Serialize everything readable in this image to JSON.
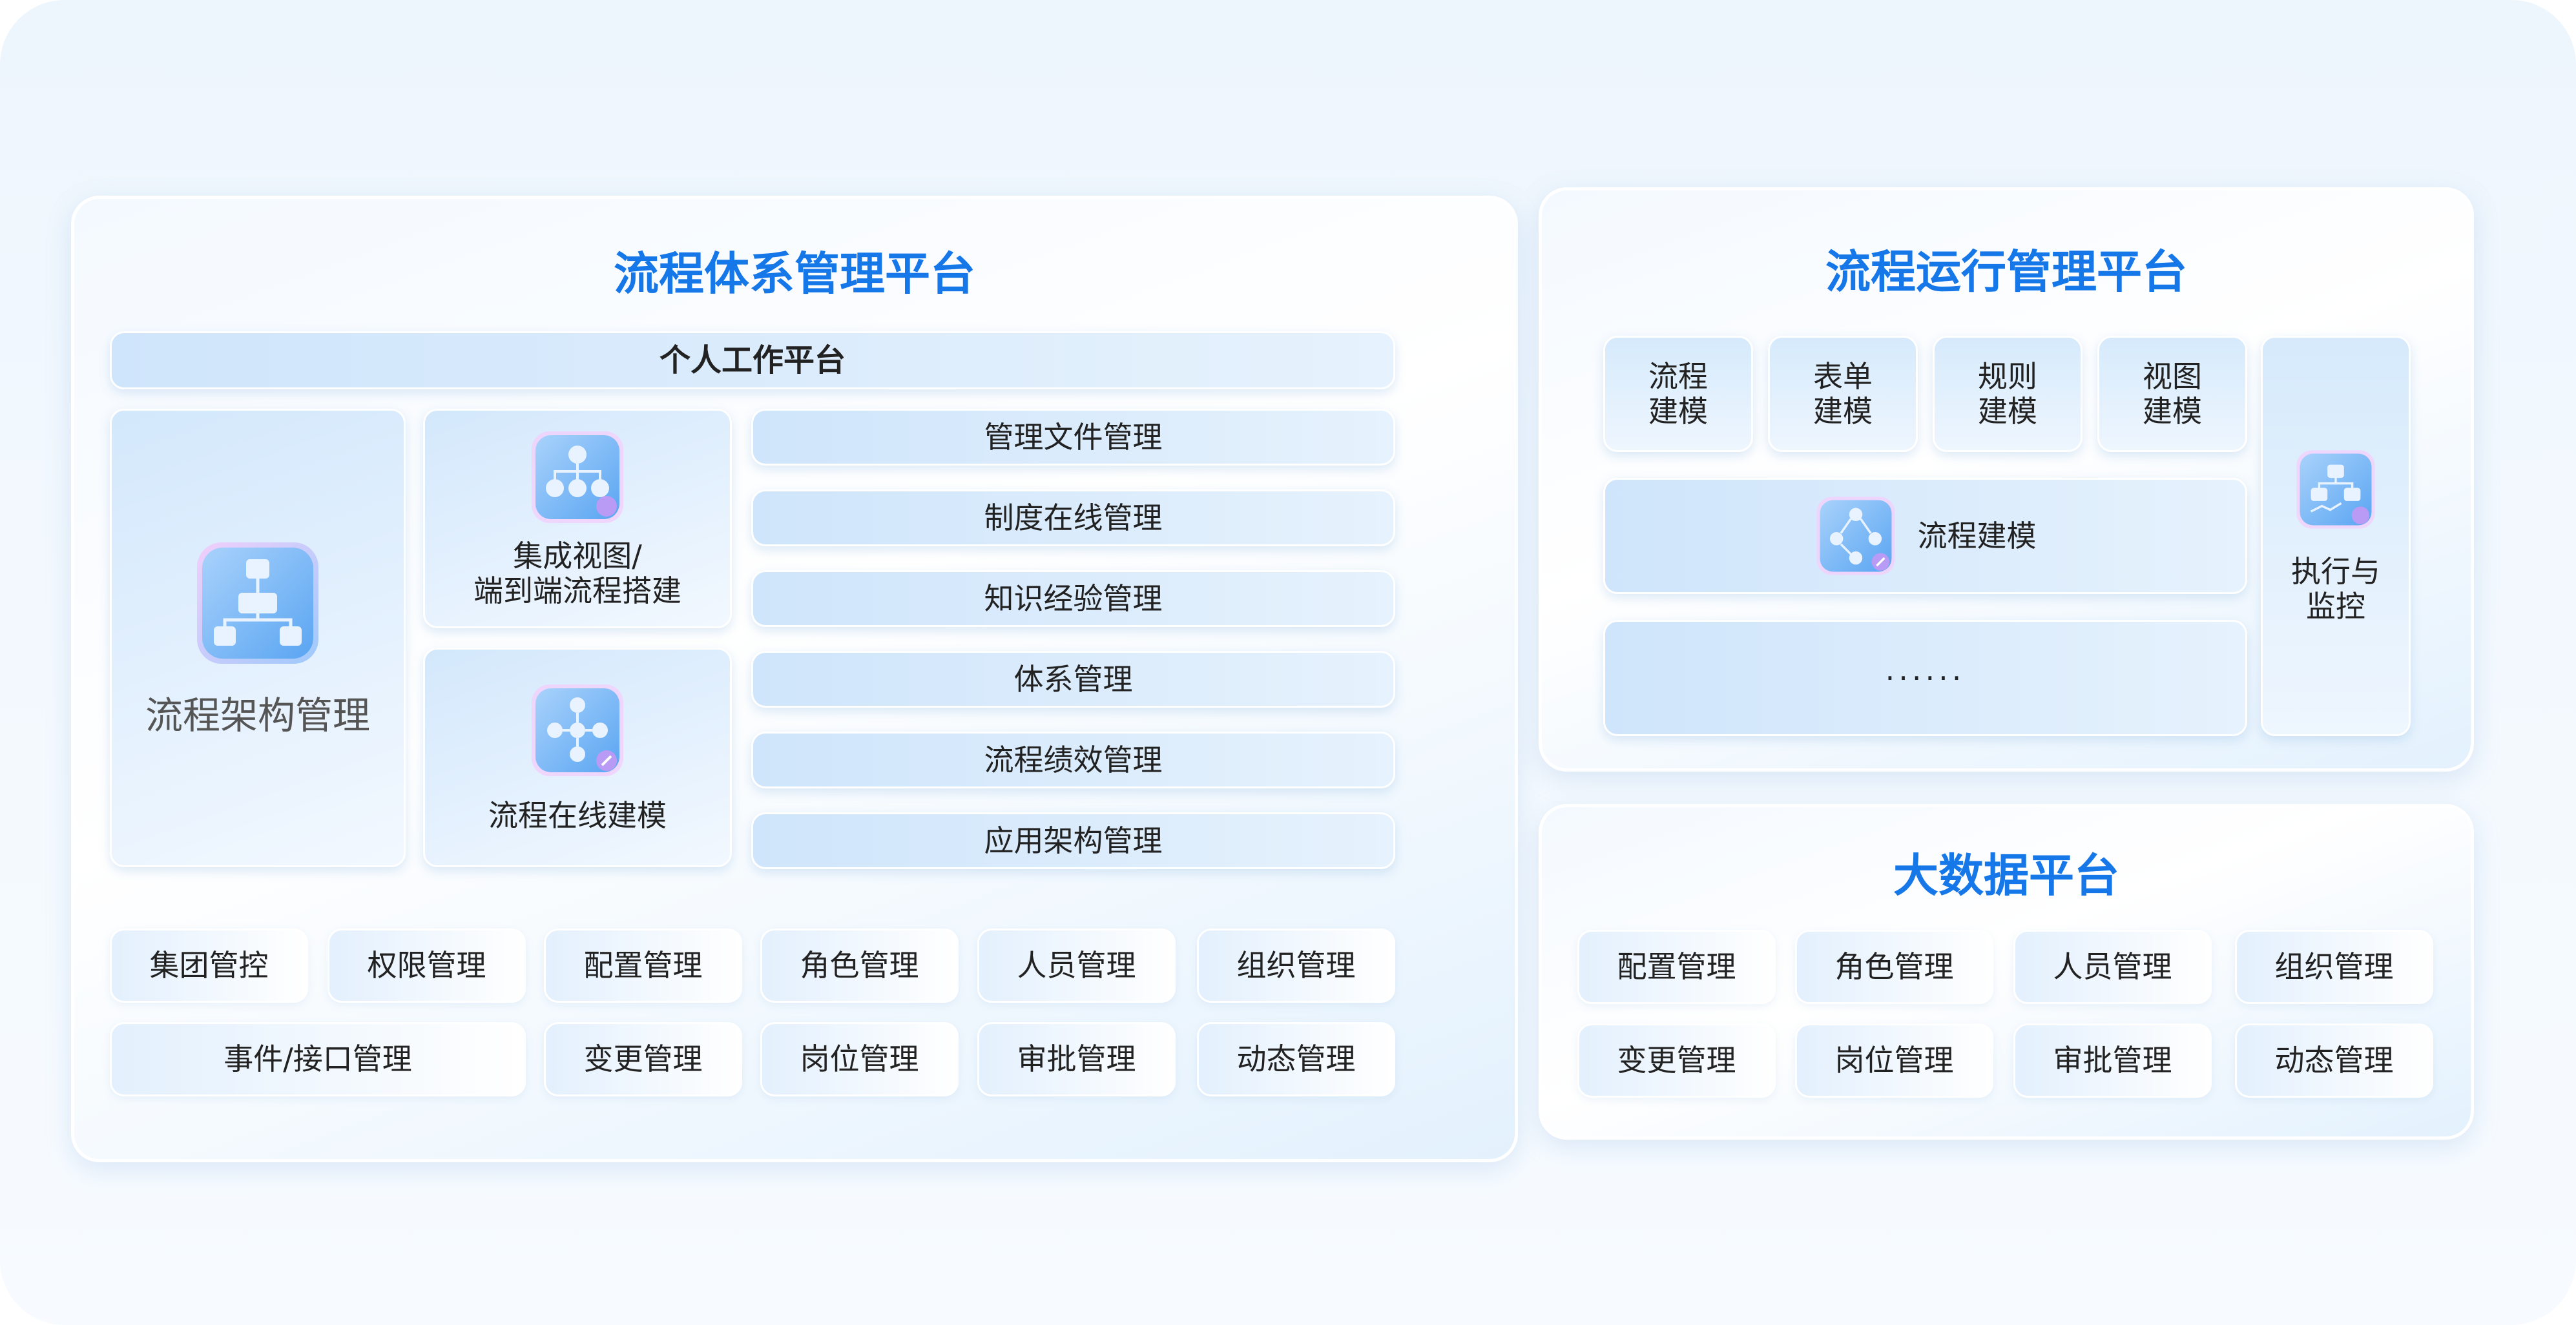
{
  "system_panel": {
    "title": "流程体系管理平台",
    "personal_workspace": "个人工作平台",
    "architecture": "流程架构管理",
    "integrated_view": "集成视图/\n端到端流程搭建",
    "online_modeling": "流程在线建模",
    "list": [
      "管理文件管理",
      "制度在线管理",
      "知识经验管理",
      "体系管理",
      "流程绩效管理",
      "应用架构管理"
    ],
    "bottom_row1": [
      "集团管控",
      "权限管理",
      "配置管理",
      "角色管理",
      "人员管理",
      "组织管理"
    ],
    "bottom_row2": [
      "事件/接口管理",
      "变更管理",
      "岗位管理",
      "审批管理",
      "动态管理"
    ]
  },
  "runtime_panel": {
    "title": "流程运行管理平台",
    "top": [
      "流程\n建模",
      "表单\n建模",
      "规则\n建模",
      "视图\n建模"
    ],
    "process_modeling": "流程建模",
    "ellipsis": "······",
    "execute_monitor": "执行与\n监控"
  },
  "bigdata_panel": {
    "title": "大数据平台",
    "row1": [
      "配置管理",
      "角色管理",
      "人员管理",
      "组织管理"
    ],
    "row2": [
      "变更管理",
      "岗位管理",
      "审批管理",
      "动态管理"
    ]
  },
  "icons": [
    "org-chart-icon",
    "hierarchy-icon",
    "network-edit-icon",
    "flow-edit-icon",
    "dashboard-icon"
  ],
  "colors": {
    "title": "#1677e8",
    "accent_light": "#cfe5fb"
  }
}
